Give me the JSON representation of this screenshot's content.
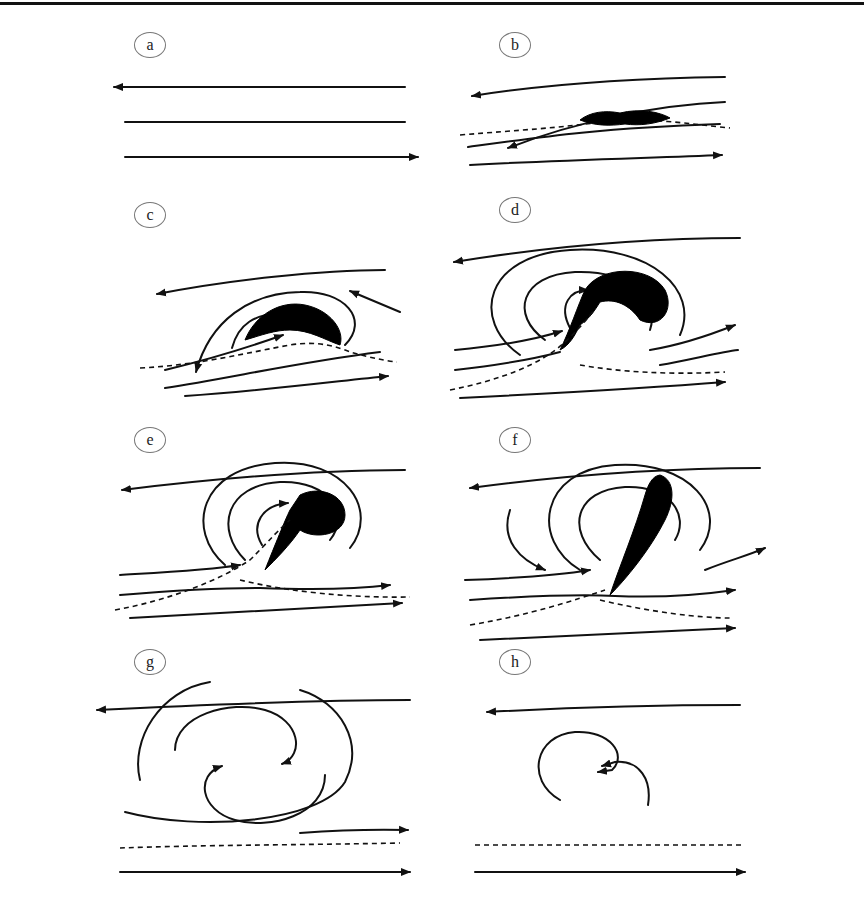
{
  "diagram": {
    "nodes": [
      {
        "text": [
          "a"
        ]
      },
      {
        "text": [
          "b"
        ]
      },
      {
        "text": [
          "c"
        ]
      },
      {
        "text": [
          "d"
        ]
      },
      {
        "text": [
          "e"
        ]
      },
      {
        "text": [
          "f"
        ]
      },
      {
        "text": [
          "g"
        ]
      },
      {
        "text": [
          "h"
        ]
      }
    ]
  }
}
